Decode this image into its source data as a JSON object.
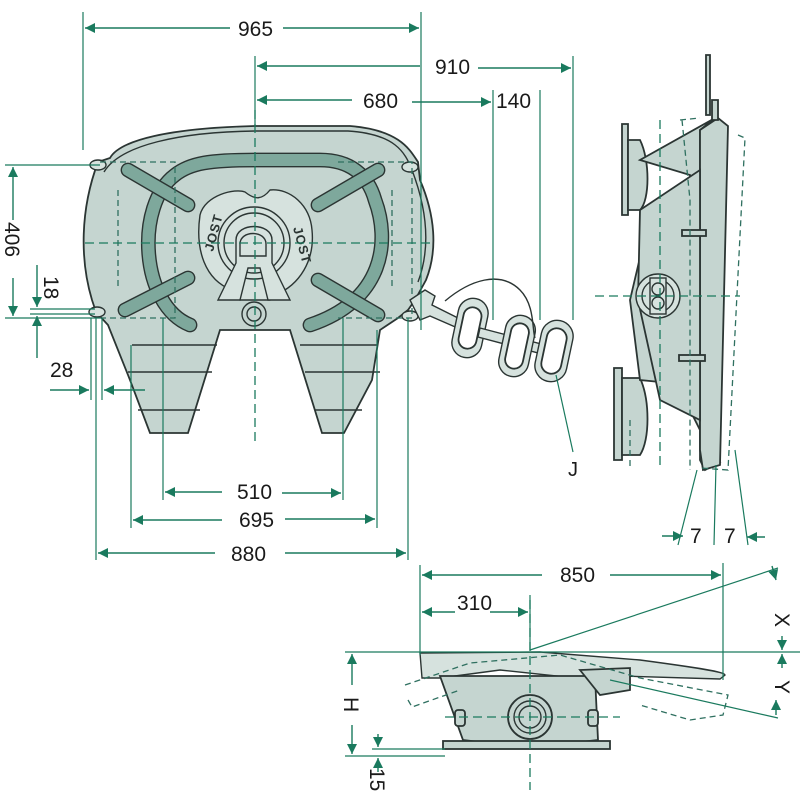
{
  "diagram": {
    "subject": "Fifth wheel coupling dimension drawing",
    "brand_mark": "JOST",
    "colors": {
      "dimension_line": "#1a7a5e",
      "body_fill": "#c5d5d0",
      "slot_fill": "#7ea89c",
      "outline": "#2b3533"
    },
    "top_view": {
      "dimensions": {
        "overall_width": "965",
        "kingpin_to_handle_end": "910",
        "kingpin_to_handle": "680",
        "handle_offset": "140",
        "height_front": "406",
        "mount_hole_offset": "18",
        "mount_hole_inset": "28",
        "inner_bolt_spacing": "510",
        "middle_bolt_spacing": "695",
        "outer_width": "880"
      },
      "handle_label": "J"
    },
    "side_view": {
      "dimensions": {
        "tilt_front": "7",
        "tilt_back": "7"
      }
    },
    "front_view": {
      "dimensions": {
        "plate_length": "850",
        "kingpin_offset": "310",
        "height_label": "H",
        "base_thickness": "15",
        "tilt_up_label": "X",
        "tilt_down_label": "Y"
      }
    }
  }
}
